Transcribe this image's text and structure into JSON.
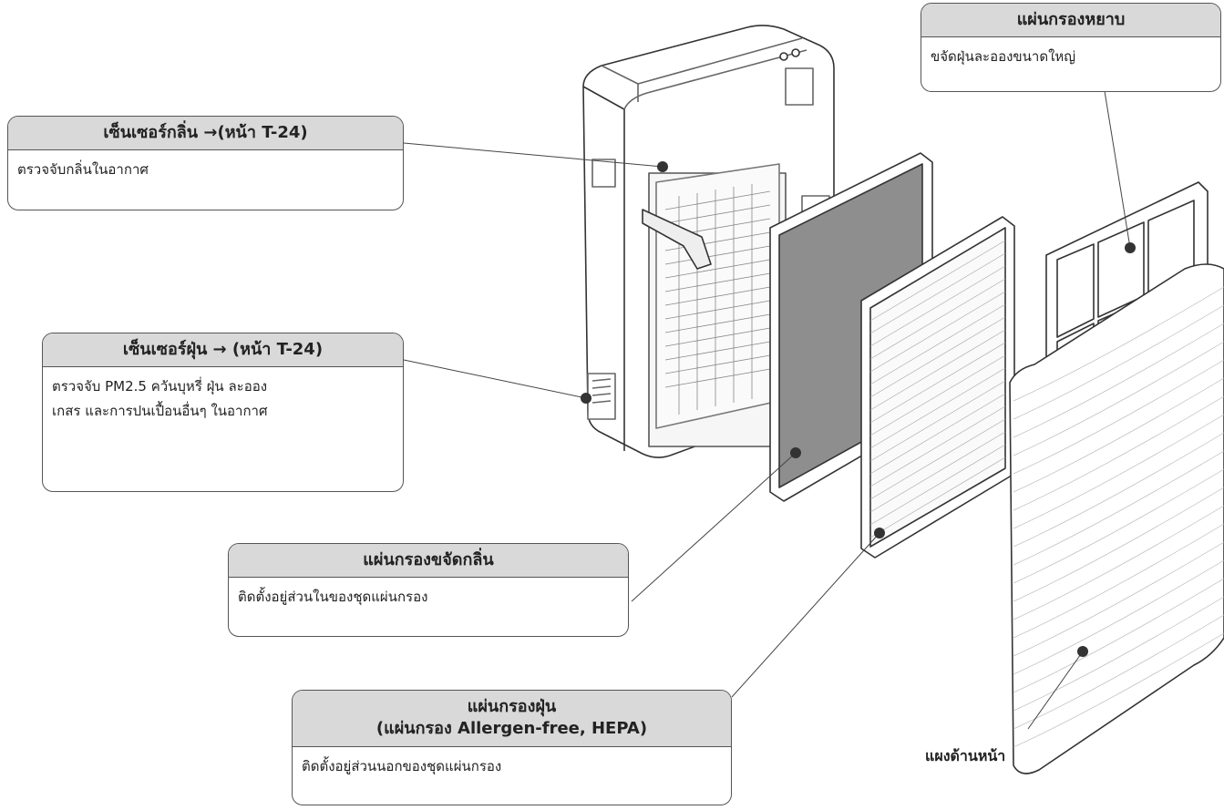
{
  "callouts": {
    "odor_sensor": {
      "title": "เซ็นเซอร์กลิ่น →(หน้า T-24)",
      "body": "ตรวจจับกลิ่นในอากาศ"
    },
    "dust_sensor": {
      "title": "เซ็นเซอร์ฝุ่น → (หน้า T-24)",
      "body_line1": "ตรวจจับ PM2.5 ควันบุหรี่ ฝุ่น ละออง",
      "body_line2": "เกสร และการปนเปื้อนอื่นๆ ในอากาศ"
    },
    "deodorizing_filter": {
      "title": "แผ่นกรองขจัดกลิ่น",
      "body": "ติดตั้งอยู่ส่วนในของชุดแผ่นกรอง"
    },
    "dust_filter": {
      "title_line1": "แผ่นกรองฝุ่น",
      "title_line2": "(แผ่นกรอง Allergen-free, HEPA)",
      "body": "ติดตั้งอยู่ส่วนนอกของชุดแผ่นกรอง"
    },
    "pre_filter": {
      "title": "แผ่นกรองหยาบ",
      "body": "ขจัดฝุ่นละอองขนาดใหญ่"
    }
  },
  "labels": {
    "front_panel": "แผงด้านหน้า"
  }
}
